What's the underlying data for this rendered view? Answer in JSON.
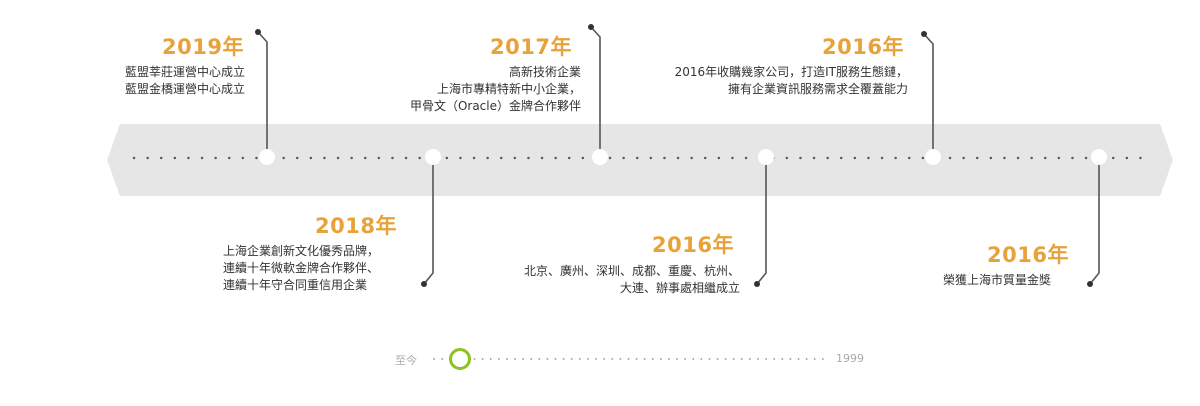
{
  "timeline": {
    "events": [
      {
        "year": "2019年",
        "lines": [
          "藍盟莘莊運營中心成立",
          "藍盟金橋運營中心成立"
        ]
      },
      {
        "year": "2018年",
        "lines": [
          "上海企業創新文化優秀品牌，",
          "連續十年微軟金牌合作夥伴、",
          "連續十年守合同重信用企業"
        ]
      },
      {
        "year": "2017年",
        "lines": [
          "高新技術企業",
          "上海市專精特新中小企業，",
          "甲骨文（Oracle）金牌合作夥伴"
        ]
      },
      {
        "year": "2016年",
        "lines": [
          "北京、廣州、深圳、成都、重慶、杭州、",
          "大連、辦事處相繼成立"
        ]
      },
      {
        "year": "2016年",
        "lines": [
          "2016年收購幾家公司，打造IT服務生態鏈，",
          "擁有企業資訊服務需求全覆蓋能力"
        ]
      },
      {
        "year": "2016年",
        "lines": [
          "榮獲上海市質量金獎"
        ]
      }
    ]
  },
  "slider": {
    "start_label": "至今",
    "end_label": "1999"
  },
  "colors": {
    "accent": "#e8a23a",
    "band": "#e6e6e6",
    "knob": "#8dc21f"
  }
}
